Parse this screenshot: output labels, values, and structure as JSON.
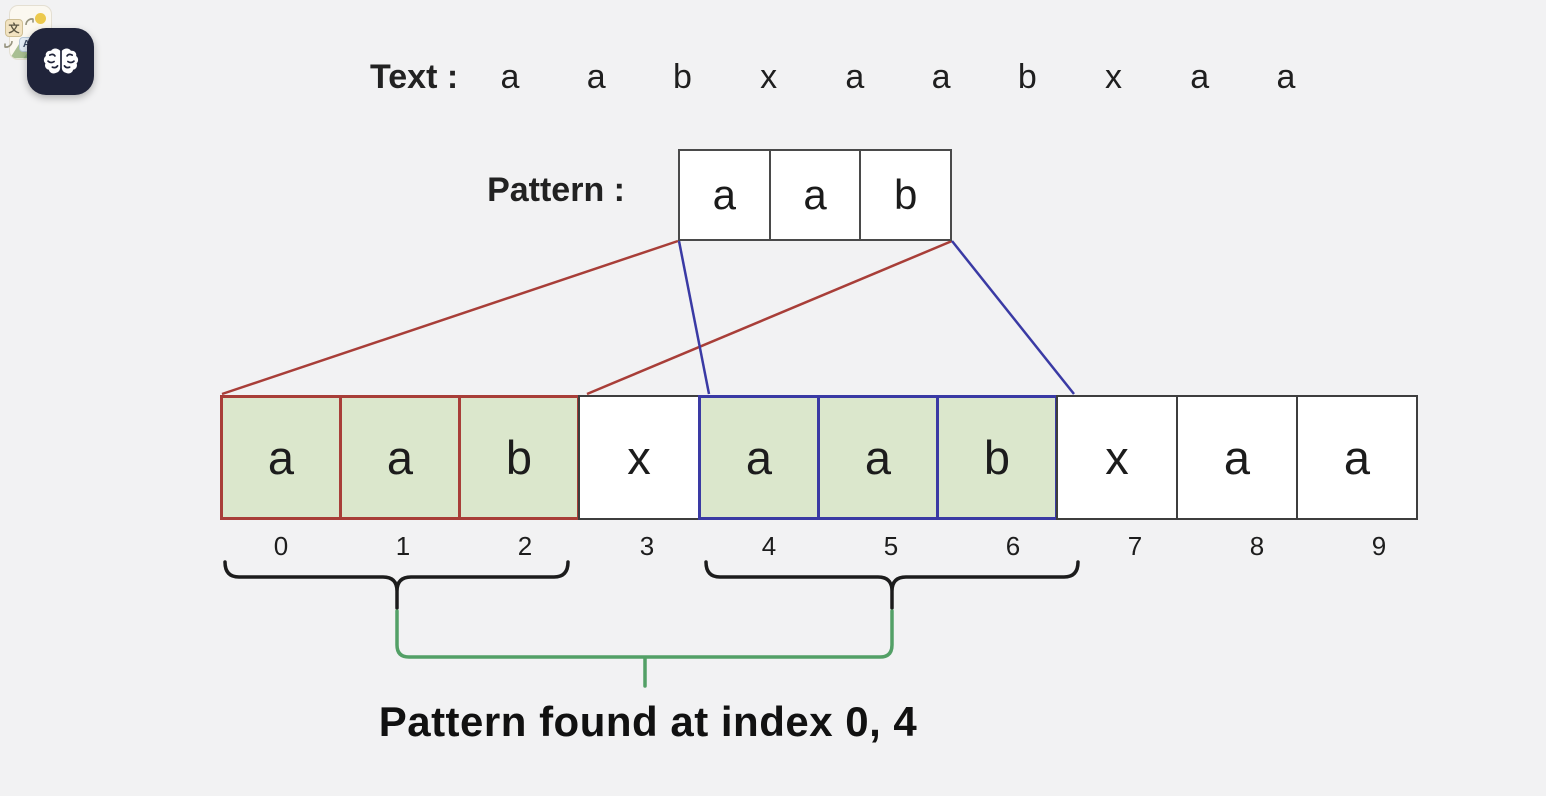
{
  "header_icons": {
    "translate_image_icon": {
      "primary_glyph": "文",
      "secondary_glyph": "A"
    },
    "brain_button": {
      "icon": "brain-icon"
    }
  },
  "text_row": {
    "label": "Text :",
    "chars": [
      "a",
      "a",
      "b",
      "x",
      "a",
      "a",
      "b",
      "x",
      "a",
      "a"
    ]
  },
  "pattern_row": {
    "label": "Pattern :",
    "cells": [
      "a",
      "a",
      "b"
    ]
  },
  "array_row": {
    "chars": [
      "a",
      "a",
      "b",
      "x",
      "a",
      "a",
      "b",
      "x",
      "a",
      "a"
    ],
    "indices": [
      "0",
      "1",
      "2",
      "3",
      "4",
      "5",
      "6",
      "7",
      "8",
      "9"
    ]
  },
  "matches": {
    "first": {
      "cells": [
        0,
        1,
        2
      ],
      "border_color": "#a83e38"
    },
    "second": {
      "cells": [
        4,
        5,
        6
      ],
      "border_color": "#3a3aa4"
    },
    "highlight_fill": "#dbe7cc"
  },
  "annotation": {
    "caption": "Pattern found at index 0, 4",
    "combined_brace_color": "#53a066",
    "brace_color": "#1c1c1c"
  },
  "colors": {
    "background": "#f2f2f3",
    "neutral_cell_border": "#3e3e3e",
    "pattern_box_border": "#4a4a4a",
    "brain_button_background": "#20243a"
  }
}
